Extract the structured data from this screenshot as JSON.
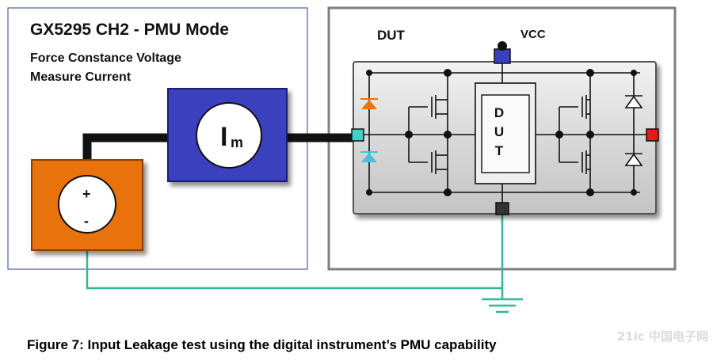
{
  "left_panel": {
    "title": "GX5295 CH2 - PMU Mode",
    "line1": "Force Constance Voltage",
    "line2": "Measure Current"
  },
  "ammeter": {
    "symbol": "I",
    "subscript": "m"
  },
  "source": {
    "plus": "+",
    "minus": "-"
  },
  "dut_panel": {
    "title": "DUT",
    "vcc_label": "VCC",
    "chip_letters": [
      "D",
      "U",
      "T"
    ]
  },
  "caption": "Figure 7: Input Leakage test using the digital instrument’s PMU capability",
  "watermark": "21ic 中国电子网",
  "colors": {
    "blue_box_border": "#2e3a9e",
    "ammeter_block": "#3a3fbf",
    "source_block": "#e8730f",
    "wire": "#111111",
    "ground_wire": "#2fb89a",
    "dut_frame": "#7f7f7f",
    "pin_in": "#3fd0c8",
    "pin_out": "#e21b1b",
    "pin_vcc": "#3a3fbf",
    "diode_orange": "#e8730f",
    "diode_cyan": "#3fc4e0"
  },
  "icons": [
    "ammeter-icon",
    "voltage-source-icon",
    "diode-icon",
    "mosfet-icon",
    "ground-icon"
  ]
}
